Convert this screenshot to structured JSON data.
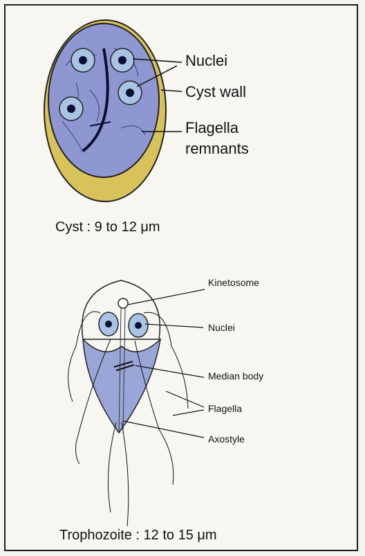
{
  "cyst": {
    "labels": {
      "nuclei": "Nuclei",
      "cyst_wall": "Cyst wall",
      "flagella": "Flagella",
      "remnants": "remnants"
    },
    "caption": "Cyst : 9 to 12 μm"
  },
  "trophozoite": {
    "labels": {
      "kinetosome": "Kinetosome",
      "nuclei": "Nuclei",
      "median_body": "Median body",
      "flagella": "Flagella",
      "axostyle": "Axostyle"
    },
    "caption": "Trophozoite : 12 to 15 μm"
  },
  "colors": {
    "cyst_wall": "#d8c25a",
    "cytoplasm": "#8e97d2",
    "nucleus_ring": "#a9c3e4",
    "nucleus_core": "#0b1030",
    "trophozoite_body": "#9aa6d8",
    "outline": "#111111"
  }
}
